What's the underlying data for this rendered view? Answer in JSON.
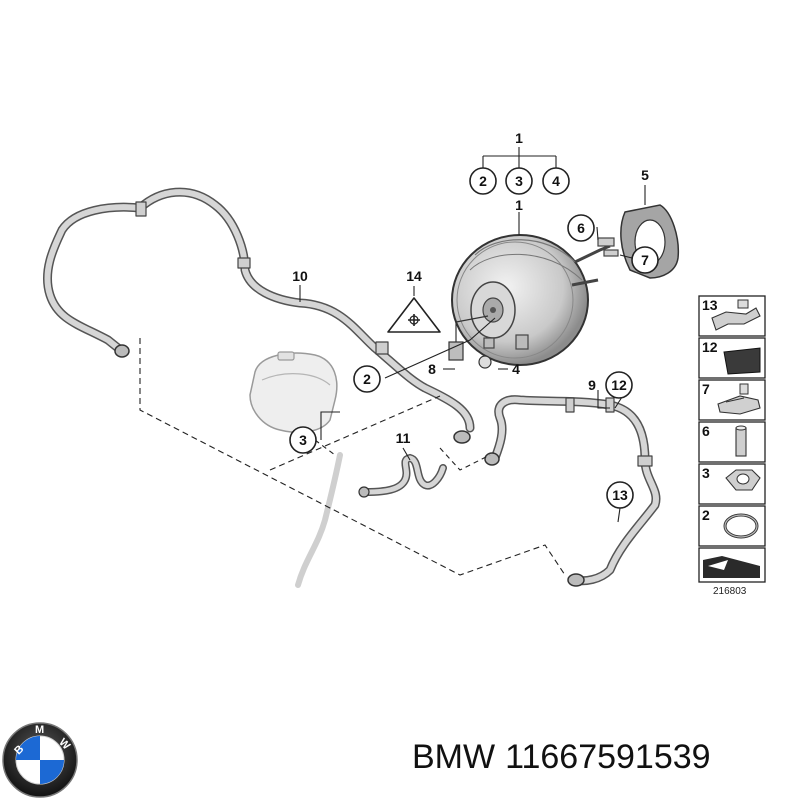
{
  "diagram": {
    "labels": {
      "c1": "1",
      "c1_2": "2",
      "c1_3": "3",
      "c1_4": "4",
      "l1b": "1",
      "l5": "5",
      "c6": "6",
      "c7": "7",
      "l10": "10",
      "l14": "14",
      "c2": "2",
      "l8": "8",
      "l4": "4",
      "c3": "3",
      "l11": "11",
      "l9": "9",
      "c12": "12",
      "c13": "13"
    },
    "legend": [
      {
        "num": "13"
      },
      {
        "num": "12"
      },
      {
        "num": "7"
      },
      {
        "num": "6"
      },
      {
        "num": "3"
      },
      {
        "num": "2"
      }
    ],
    "drawing_number": "216803"
  },
  "caption": {
    "brand": "BMW",
    "part_number": "11667591539"
  },
  "colors": {
    "bmw_blue": "#1c69d4",
    "line": "#333333",
    "part_gray": "#bdbdbd"
  }
}
